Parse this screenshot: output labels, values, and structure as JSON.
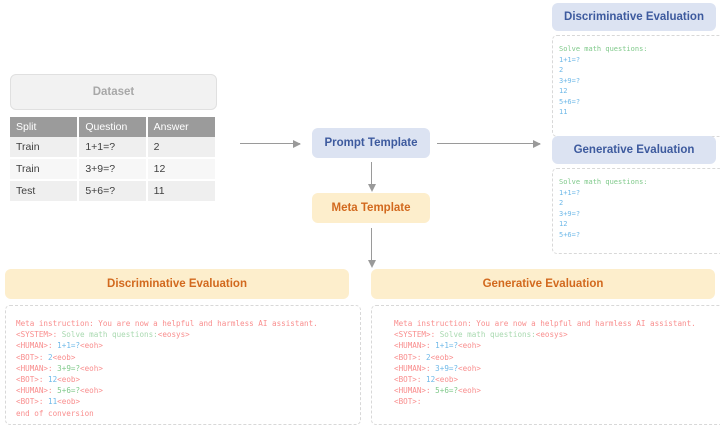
{
  "dataset": {
    "title": "Dataset",
    "columns": [
      "Split",
      "Question",
      "Answer"
    ],
    "rows": [
      [
        "Train",
        "1+1=?",
        "2"
      ],
      [
        "Train",
        "3+9=?",
        "12"
      ],
      [
        "Test",
        "5+6=?",
        "11"
      ]
    ]
  },
  "nodes": {
    "prompt_template": "Prompt Template",
    "meta_template": "Meta Template"
  },
  "top_right": {
    "discriminative": {
      "header": "Discriminative Evaluation",
      "lines": [
        {
          "text": "Solve math questions:",
          "color": "green"
        },
        {
          "text": "1+1=?",
          "color": "blue"
        },
        {
          "text": "2",
          "color": "blue"
        },
        {
          "text": "3+9=?",
          "color": "blue"
        },
        {
          "text": "12",
          "color": "blue"
        },
        {
          "text": "5+6=?",
          "color": "blue"
        },
        {
          "text": "11",
          "color": "blue"
        }
      ]
    },
    "generative": {
      "header": "Generative Evaluation",
      "lines": [
        {
          "text": "Solve math questions:",
          "color": "green"
        },
        {
          "text": "1+1=?",
          "color": "blue"
        },
        {
          "text": "2",
          "color": "blue"
        },
        {
          "text": "3+9=?",
          "color": "blue"
        },
        {
          "text": "12",
          "color": "blue"
        },
        {
          "text": "5+6=?",
          "color": "blue"
        }
      ]
    }
  },
  "bottom": {
    "discriminative": {
      "header": "Discriminative Evaluation",
      "lines": [
        [
          {
            "t": "Meta instruction: You are now a helpful and harmless AI assistant.",
            "c": "red"
          }
        ],
        [
          {
            "t": "<SYSTEM>",
            "c": "red"
          },
          {
            "t": ": ",
            "c": "red"
          },
          {
            "t": "Solve math questions:",
            "c": "sys"
          },
          {
            "t": "<eosys>",
            "c": "red"
          }
        ],
        [
          {
            "t": "<HUMAN>",
            "c": "red"
          },
          {
            "t": ": ",
            "c": "red"
          },
          {
            "t": "1+1=?",
            "c": "blue"
          },
          {
            "t": "<eoh>",
            "c": "red"
          }
        ],
        [
          {
            "t": "<BOT>",
            "c": "red"
          },
          {
            "t": ": ",
            "c": "red"
          },
          {
            "t": "2",
            "c": "blue"
          },
          {
            "t": "<eob>",
            "c": "red"
          }
        ],
        [
          {
            "t": "<HUMAN>",
            "c": "red"
          },
          {
            "t": ": ",
            "c": "red"
          },
          {
            "t": "3+9=?",
            "c": "green"
          },
          {
            "t": "<eoh>",
            "c": "red"
          }
        ],
        [
          {
            "t": "<BOT>",
            "c": "red"
          },
          {
            "t": ": ",
            "c": "red"
          },
          {
            "t": "12",
            "c": "blue"
          },
          {
            "t": "<eob>",
            "c": "red"
          }
        ],
        [
          {
            "t": "<HUMAN>",
            "c": "red"
          },
          {
            "t": ": ",
            "c": "red"
          },
          {
            "t": "5+6=?",
            "c": "green"
          },
          {
            "t": "<eoh>",
            "c": "red"
          }
        ],
        [
          {
            "t": "<BOT>",
            "c": "red"
          },
          {
            "t": ": ",
            "c": "red"
          },
          {
            "t": "11",
            "c": "blue"
          },
          {
            "t": "<eob>",
            "c": "red"
          }
        ],
        [
          {
            "t": "end of conversion",
            "c": "red"
          }
        ]
      ]
    },
    "generative": {
      "header": "Generative Evaluation",
      "lines": [
        [
          {
            "t": "Meta instruction: You are now a helpful and harmless AI assistant.",
            "c": "red"
          }
        ],
        [
          {
            "t": "<SYSTEM>",
            "c": "red"
          },
          {
            "t": ": ",
            "c": "red"
          },
          {
            "t": "Solve math questions:",
            "c": "sys"
          },
          {
            "t": "<eosys>",
            "c": "red"
          }
        ],
        [
          {
            "t": "<HUMAN>",
            "c": "red"
          },
          {
            "t": ": ",
            "c": "red"
          },
          {
            "t": "1+1=?",
            "c": "blue"
          },
          {
            "t": "<eoh>",
            "c": "red"
          }
        ],
        [
          {
            "t": "<BOT>",
            "c": "red"
          },
          {
            "t": ": ",
            "c": "red"
          },
          {
            "t": "2",
            "c": "blue"
          },
          {
            "t": "<eob>",
            "c": "red"
          }
        ],
        [
          {
            "t": "<HUMAN>",
            "c": "red"
          },
          {
            "t": ": ",
            "c": "red"
          },
          {
            "t": "3+9=?",
            "c": "blue"
          },
          {
            "t": "<eoh>",
            "c": "red"
          }
        ],
        [
          {
            "t": "<BOT>",
            "c": "red"
          },
          {
            "t": ": ",
            "c": "red"
          },
          {
            "t": "12",
            "c": "blue"
          },
          {
            "t": "<eob>",
            "c": "red"
          }
        ],
        [
          {
            "t": "<HUMAN>",
            "c": "red"
          },
          {
            "t": ": ",
            "c": "red"
          },
          {
            "t": "5+6=?",
            "c": "green"
          },
          {
            "t": "<eoh>",
            "c": "red"
          }
        ],
        [
          {
            "t": "<BOT>",
            "c": "red"
          },
          {
            "t": ":",
            "c": "red"
          }
        ]
      ]
    }
  },
  "colors": {
    "blue_pill_bg": "#dce3f2",
    "blue_pill_text": "#3d5a9e",
    "cream_pill_bg": "#fdeecc",
    "cream_pill_text": "#d2691e",
    "table_header_bg": "#9b9b9b",
    "arrow": "#9a9a9a"
  }
}
